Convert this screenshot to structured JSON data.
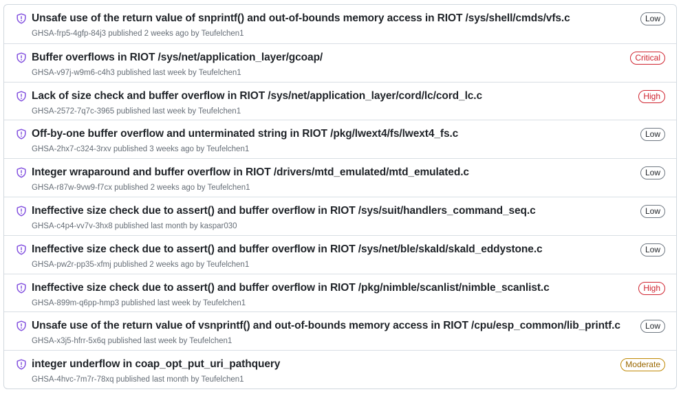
{
  "colors": {
    "icon": "#8250df",
    "title": "#1f2328",
    "meta": "#656d76",
    "border": "#d0d7de",
    "low": "#6e7781",
    "critical": "#cf222e",
    "high": "#cf222e",
    "moderate": "#bf8700"
  },
  "advisories": [
    {
      "icon": "shield-alert-icon",
      "title": "Unsafe use of the return value of snprintf() and out-of-bounds memory access in RIOT /sys/shell/cmds/vfs.c",
      "ghsa_id": "GHSA-frp5-4gfp-84j3",
      "published_text": " published 2 weeks ago by ",
      "author": "Teufelchen1",
      "severity": "Low"
    },
    {
      "icon": "shield-alert-icon",
      "title": "Buffer overflows in RIOT /sys/net/application_layer/gcoap/",
      "ghsa_id": "GHSA-v97j-w9m6-c4h3",
      "published_text": " published last week by ",
      "author": "Teufelchen1",
      "severity": "Critical"
    },
    {
      "icon": "shield-alert-icon",
      "title": "Lack of size check and buffer overflow in RIOT /sys/net/application_layer/cord/lc/cord_lc.c",
      "ghsa_id": "GHSA-2572-7q7c-3965",
      "published_text": " published last week by ",
      "author": "Teufelchen1",
      "severity": "High"
    },
    {
      "icon": "shield-alert-icon",
      "title": "Off-by-one buffer overflow and unterminated string in RIOT /pkg/lwext4/fs/lwext4_fs.c",
      "ghsa_id": "GHSA-2hx7-c324-3rxv",
      "published_text": " published 3 weeks ago by ",
      "author": "Teufelchen1",
      "severity": "Low"
    },
    {
      "icon": "shield-alert-icon",
      "title": "Integer wraparound and buffer overflow in RIOT /drivers/mtd_emulated/mtd_emulated.c",
      "ghsa_id": "GHSA-r87w-9vw9-f7cx",
      "published_text": " published 2 weeks ago by ",
      "author": "Teufelchen1",
      "severity": "Low"
    },
    {
      "icon": "shield-alert-icon",
      "title": "Ineffective size check due to assert() and buffer overflow in RIOT /sys/suit/handlers_command_seq.c",
      "ghsa_id": "GHSA-c4p4-vv7v-3hx8",
      "published_text": " published last month by ",
      "author": "kaspar030",
      "severity": "Low"
    },
    {
      "icon": "shield-alert-icon",
      "title": "Ineffective size check due to assert() and buffer overflow in RIOT /sys/net/ble/skald/skald_eddystone.c",
      "ghsa_id": "GHSA-pw2r-pp35-xfmj",
      "published_text": " published 2 weeks ago by ",
      "author": "Teufelchen1",
      "severity": "Low"
    },
    {
      "icon": "shield-alert-icon",
      "title": "Ineffective size check due to assert() and buffer overflow in RIOT /pkg/nimble/scanlist/nimble_scanlist.c",
      "ghsa_id": "GHSA-899m-q6pp-hmp3",
      "published_text": " published last week by ",
      "author": "Teufelchen1",
      "severity": "High"
    },
    {
      "icon": "shield-alert-icon",
      "title": "Unsafe use of the return value of vsnprintf() and out-of-bounds memory access in RIOT /cpu/esp_common/lib_printf.c",
      "ghsa_id": "GHSA-x3j5-hfrr-5x6q",
      "published_text": " published last week by ",
      "author": "Teufelchen1",
      "severity": "Low"
    },
    {
      "icon": "shield-alert-icon",
      "title": "integer underflow in coap_opt_put_uri_pathquery",
      "ghsa_id": "GHSA-4hvc-7m7r-78xq",
      "published_text": " published last month by ",
      "author": "Teufelchen1",
      "severity": "Moderate"
    }
  ]
}
